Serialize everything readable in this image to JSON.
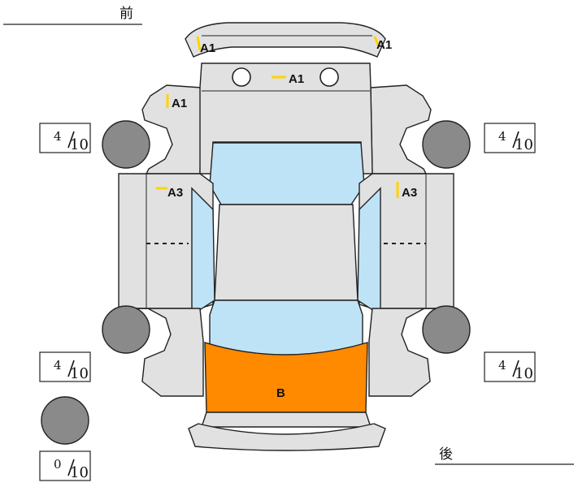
{
  "labels": {
    "front": "前",
    "rear": "後",
    "roof_front_left": "A1",
    "roof_front_right": "A1",
    "hood": "A1",
    "front_left_fender": "A1",
    "left_side": "A3",
    "right_side": "A3",
    "rear_panel": "B"
  },
  "tires": {
    "front_left": {
      "num": "4",
      "den": "10"
    },
    "front_right": {
      "num": "4",
      "den": "10"
    },
    "rear_left": {
      "num": "4",
      "den": "10"
    },
    "rear_right": {
      "num": "4",
      "den": "10"
    },
    "spare": {
      "num": "0",
      "den": "10"
    }
  },
  "colors": {
    "body": "#e1e1e1",
    "glass": "#bfe3f6",
    "damage": "#ff8a00",
    "tire": "#8a8a8a",
    "marker": "#ffd400"
  }
}
